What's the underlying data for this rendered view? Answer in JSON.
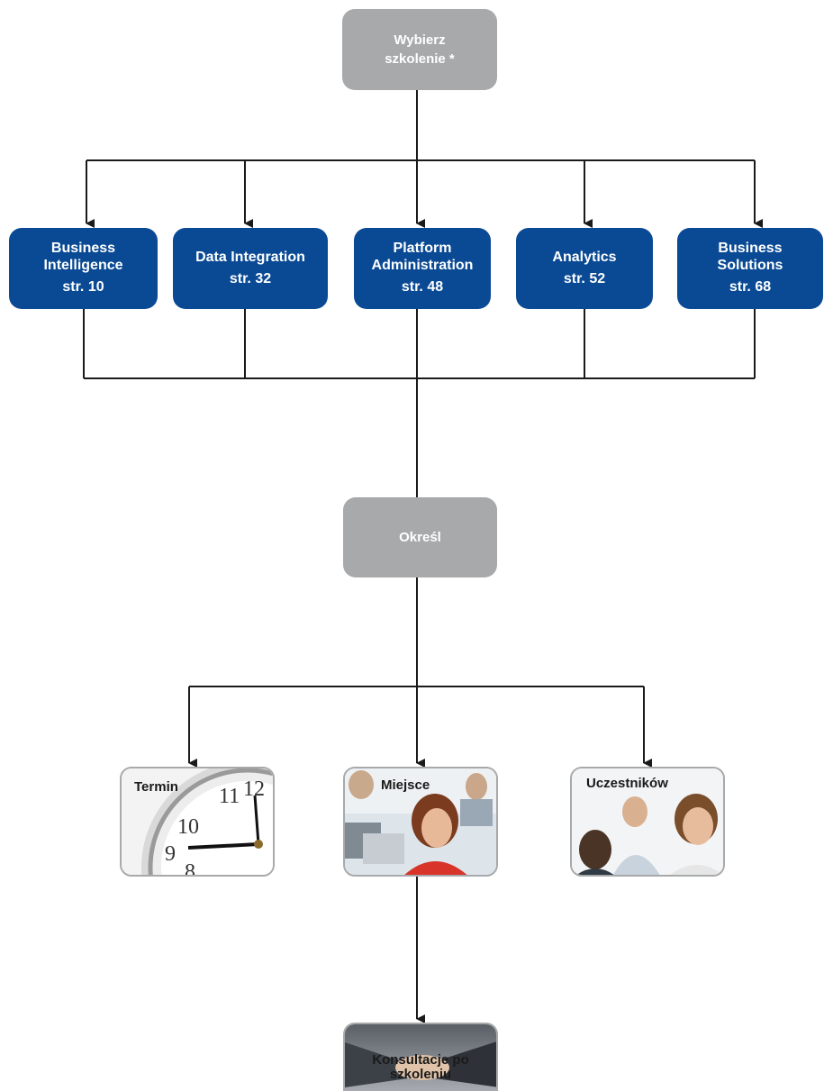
{
  "top_node": {
    "line1": "Wybierz",
    "line2": "szkolenie *"
  },
  "courses": [
    {
      "line1": "Business",
      "line2": "Intelligence",
      "page": "str. 10"
    },
    {
      "line1": "Data Integration",
      "line2": "",
      "page": "str. 32"
    },
    {
      "line1": "Platform",
      "line2": "Administration",
      "page": "str. 48"
    },
    {
      "line1": "Analytics",
      "line2": "",
      "page": "str. 52"
    },
    {
      "line1": "Business",
      "line2": "Solutions",
      "page": "str. 68"
    }
  ],
  "middle_node": {
    "label": "Określ"
  },
  "options": [
    {
      "label": "Termin"
    },
    {
      "label": "Miejsce"
    },
    {
      "label": "Uczestników"
    }
  ],
  "final_node": {
    "line1": "Konsultacje po",
    "line2": "szkoleniu"
  },
  "colors": {
    "gray_box": "#a7a9ab",
    "blue_box": "#0a4a94",
    "connector": "#1a1a1a"
  }
}
